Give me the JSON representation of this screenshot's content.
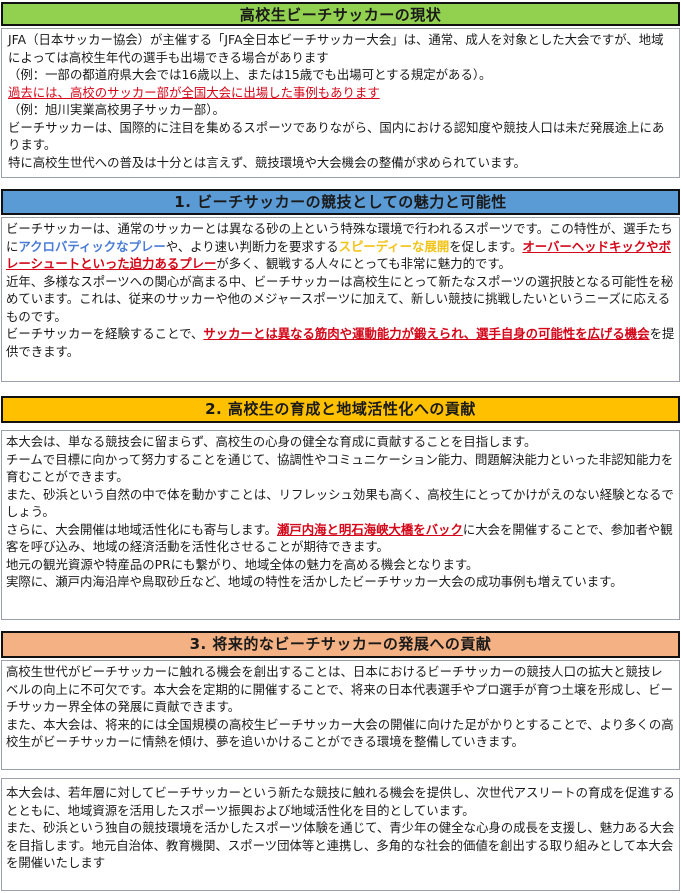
{
  "sections": [
    {
      "heading": "高校生ビーチサッカーの現状",
      "color": "#92d050",
      "paragraphs": [
        [
          {
            "t": "JFA（日本サッカー協会）が主催する「JFA全日本ビーチサッカー大会」は、通常、成人を対象とした大会ですが、地域によっては高校生年代の選手も出場できる場合があります"
          }
        ],
        [
          {
            "t": "（例：一部の都道府県大会では16歳以上、または15歳でも出場可とする規定がある）。"
          }
        ],
        [
          {
            "t": "過去には、高校のサッカー部が全国大会に出場した事例もあります",
            "s": "red-u"
          }
        ],
        [
          {
            "t": "（例：旭川実業高校男子サッカー部）。"
          }
        ],
        [
          {
            "t": "ビーチサッカーは、国際的に注目を集めるスポーツでありながら、国内における認知度や競技人口は未だ発展途上にあります。"
          }
        ],
        [
          {
            "t": "特に高校生世代への普及は十分とは言えず、競技環境や大会機会の整備が求められています。"
          }
        ]
      ]
    },
    {
      "heading": "1. ビーチサッカーの競技としての魅力と可能性",
      "color": "#5b9bd5",
      "paragraphs": [
        [
          {
            "t": "ビーチサッカーは、通常のサッカーとは異なる砂の上という特殊な環境で行われるスポーツです。この特性が、選手たちに"
          },
          {
            "t": "アクロバティックなプレー",
            "s": "blue-b"
          },
          {
            "t": "や、より速い判断力を要求する"
          },
          {
            "t": "スピーディーな展開",
            "s": "yellow-b"
          },
          {
            "t": "を促します。"
          },
          {
            "t": "オーバーヘッドキックやボレーシュートといった迫力あるプレー",
            "s": "red-bu"
          },
          {
            "t": "が多く、観戦する人々にとっても非常に魅力的です。"
          }
        ],
        [
          {
            "t": "近年、多様なスポーツへの関心が高まる中、ビーチサッカーは高校生にとって新たなスポーツの選択肢となる可能性を秘めています。これは、従来のサッカーや他のメジャースポーツに加えて、新しい競技に挑戦したいというニーズに応えるものです。"
          }
        ],
        [
          {
            "t": "ビーチサッカーを経験することで、"
          },
          {
            "t": "サッカーとは異なる筋肉や運動能力が鍛えられ、選手自身の可能性を広げる機会",
            "s": "red-bu"
          },
          {
            "t": "を提供できます。"
          }
        ]
      ]
    },
    {
      "heading": "2. 高校生の育成と地域活性化への貢献",
      "color": "#ffc000",
      "paragraphs": [
        [
          {
            "t": "本大会は、単なる競技会に留まらず、高校生の心身の健全な育成に貢献することを目指します。"
          }
        ],
        [
          {
            "t": "チームで目標に向かって努力することを通じて、協調性やコミュニケーション能力、問題解決能力といった非認知能力を育むことができます。"
          }
        ],
        [
          {
            "t": "また、砂浜という自然の中で体を動かすことは、リフレッシュ効果も高く、高校生にとってかけがえのない経験となるでしょう。"
          }
        ],
        [
          {
            "t": "さらに、大会開催は地域活性化にも寄与します。"
          },
          {
            "t": "瀬戸内海と明石海峡大橋をバック",
            "s": "red-bu"
          },
          {
            "t": "に大会を開催することで、参加者や観客を呼び込み、地域の経済活動を活性化させることが期待できます。"
          }
        ],
        [
          {
            "t": "地元の観光資源や特産品のPRにも繋がり、地域全体の魅力を高める機会となります。"
          }
        ],
        [
          {
            "t": "実際に、瀬戸内海沿岸や鳥取砂丘など、地域の特性を活かしたビーチサッカー大会の成功事例も増えています。"
          }
        ]
      ]
    },
    {
      "heading": "3. 将来的なビーチサッカーの発展への貢献",
      "color": "#f4b183",
      "paragraphs": [
        [
          {
            "t": "高校生世代がビーチサッカーに触れる機会を創出することは、日本におけるビーチサッカーの競技人口の拡大と競技レベルの向上に不可欠です。本大会を定期的に開催することで、将来の日本代表選手やプロ選手が育つ土壌を形成し、ビーチサッカー界全体の発展に貢献できます。"
          }
        ],
        [
          {
            "t": "また、本大会は、将来的には全国規模の高校生ビーチサッカー大会の開催に向けた足がかりとすることで、より多くの高校生がビーチサッカーに情熱を傾け、夢を追いかけることができる環境を整備していきます。"
          }
        ]
      ]
    },
    {
      "heading": "",
      "color": "",
      "paragraphs": [
        [
          {
            "t": "本大会は、若年層に対してビーチサッカーという新たな競技に触れる機会を提供し、次世代アスリートの育成を促進するとともに、地域資源を活用したスポーツ振興および地域活性化を目的としています。"
          }
        ],
        [
          {
            "t": "また、砂浜という独自の競技環境を活かしたスポーツ体験を通じて、青少年の健全な心身の成長を支援し、魅力ある大会を目指します。地元自治体、教育機関、スポーツ団体等と連携し、多角的な社会的価値を創出する取り組みとして本大会を開催いたします"
          }
        ]
      ]
    }
  ]
}
